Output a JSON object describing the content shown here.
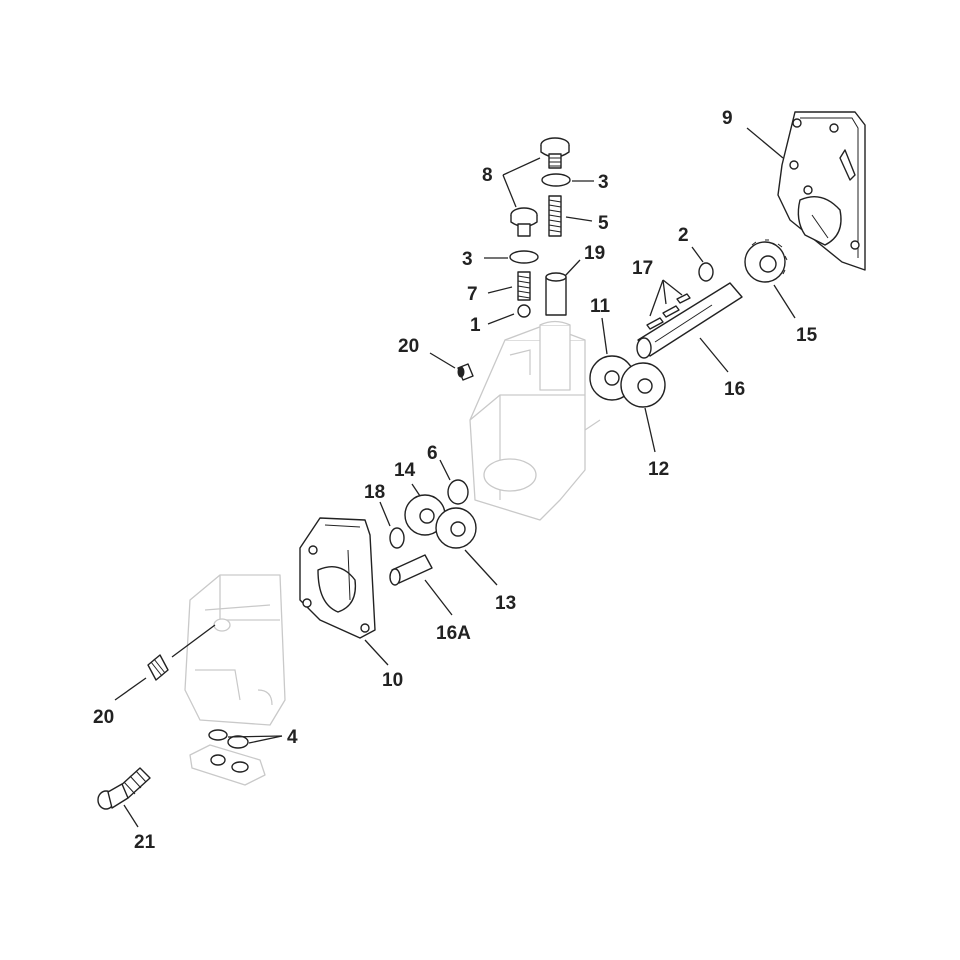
{
  "callouts": [
    {
      "id": "c8",
      "label": "8"
    },
    {
      "id": "c3a",
      "label": "3"
    },
    {
      "id": "c5",
      "label": "5"
    },
    {
      "id": "c3b",
      "label": "3"
    },
    {
      "id": "c19",
      "label": "19"
    },
    {
      "id": "c7",
      "label": "7"
    },
    {
      "id": "c1",
      "label": "1"
    },
    {
      "id": "c20a",
      "label": "20"
    },
    {
      "id": "c9",
      "label": "9"
    },
    {
      "id": "c2",
      "label": "2"
    },
    {
      "id": "c17",
      "label": "17"
    },
    {
      "id": "c15",
      "label": "15"
    },
    {
      "id": "c11",
      "label": "11"
    },
    {
      "id": "c16",
      "label": "16"
    },
    {
      "id": "c12",
      "label": "12"
    },
    {
      "id": "c14",
      "label": "14"
    },
    {
      "id": "c6",
      "label": "6"
    },
    {
      "id": "c18",
      "label": "18"
    },
    {
      "id": "c13",
      "label": "13"
    },
    {
      "id": "c16a",
      "label": "16A"
    },
    {
      "id": "c10",
      "label": "10"
    },
    {
      "id": "c20b",
      "label": "20"
    },
    {
      "id": "c4",
      "label": "4"
    },
    {
      "id": "c21",
      "label": "21"
    }
  ],
  "colors": {
    "ink": "#222222",
    "ghost": "#c9c9c9",
    "background": "#ffffff"
  }
}
